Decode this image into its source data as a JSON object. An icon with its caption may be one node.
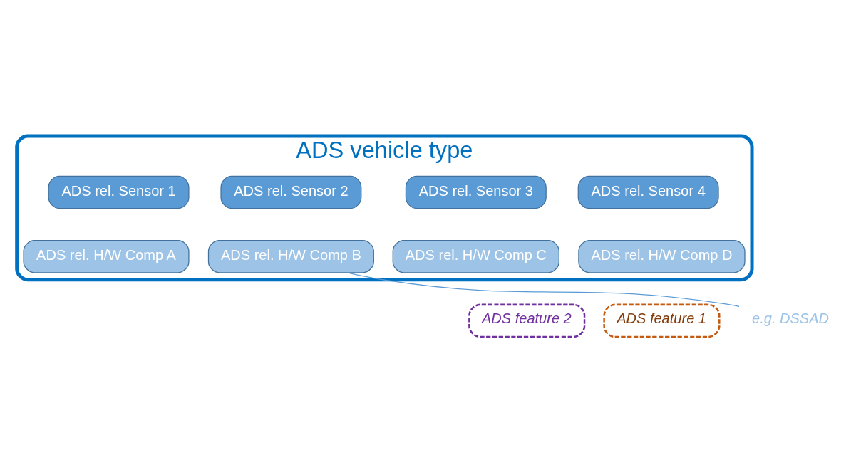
{
  "diagram": {
    "nodes": [
      {
        "text": [
          "ADS vehicle type"
        ]
      },
      {
        "text": [
          "ADS rel. Sensor 1"
        ],
        "in": 0
      },
      {
        "text": [
          "ADS rel. Sensor 2"
        ],
        "in": 0
      },
      {
        "text": [
          "ADS rel. Sensor 3"
        ],
        "in": 0
      },
      {
        "text": [
          "ADS rel. Sensor 4"
        ],
        "in": 0
      },
      {
        "text": [
          "ADS rel. H/W Comp A"
        ],
        "in": 0
      },
      {
        "text": [
          "ADS rel. H/W Comp B"
        ],
        "in": 0
      },
      {
        "text": [
          "ADS rel. H/W Comp C"
        ],
        "in": 0
      },
      {
        "text": [
          "ADS rel. H/W Comp D"
        ],
        "in": 0
      },
      {
        "text": [
          "ADS feature 2"
        ]
      },
      {
        "text": [
          "ADS feature 1"
        ]
      },
      {
        "text": [
          "e.g. DSSAD"
        ]
      }
    ],
    "edges": [
      {
        "from": 11,
        "to": 6,
        "arrow": "none"
      }
    ]
  }
}
